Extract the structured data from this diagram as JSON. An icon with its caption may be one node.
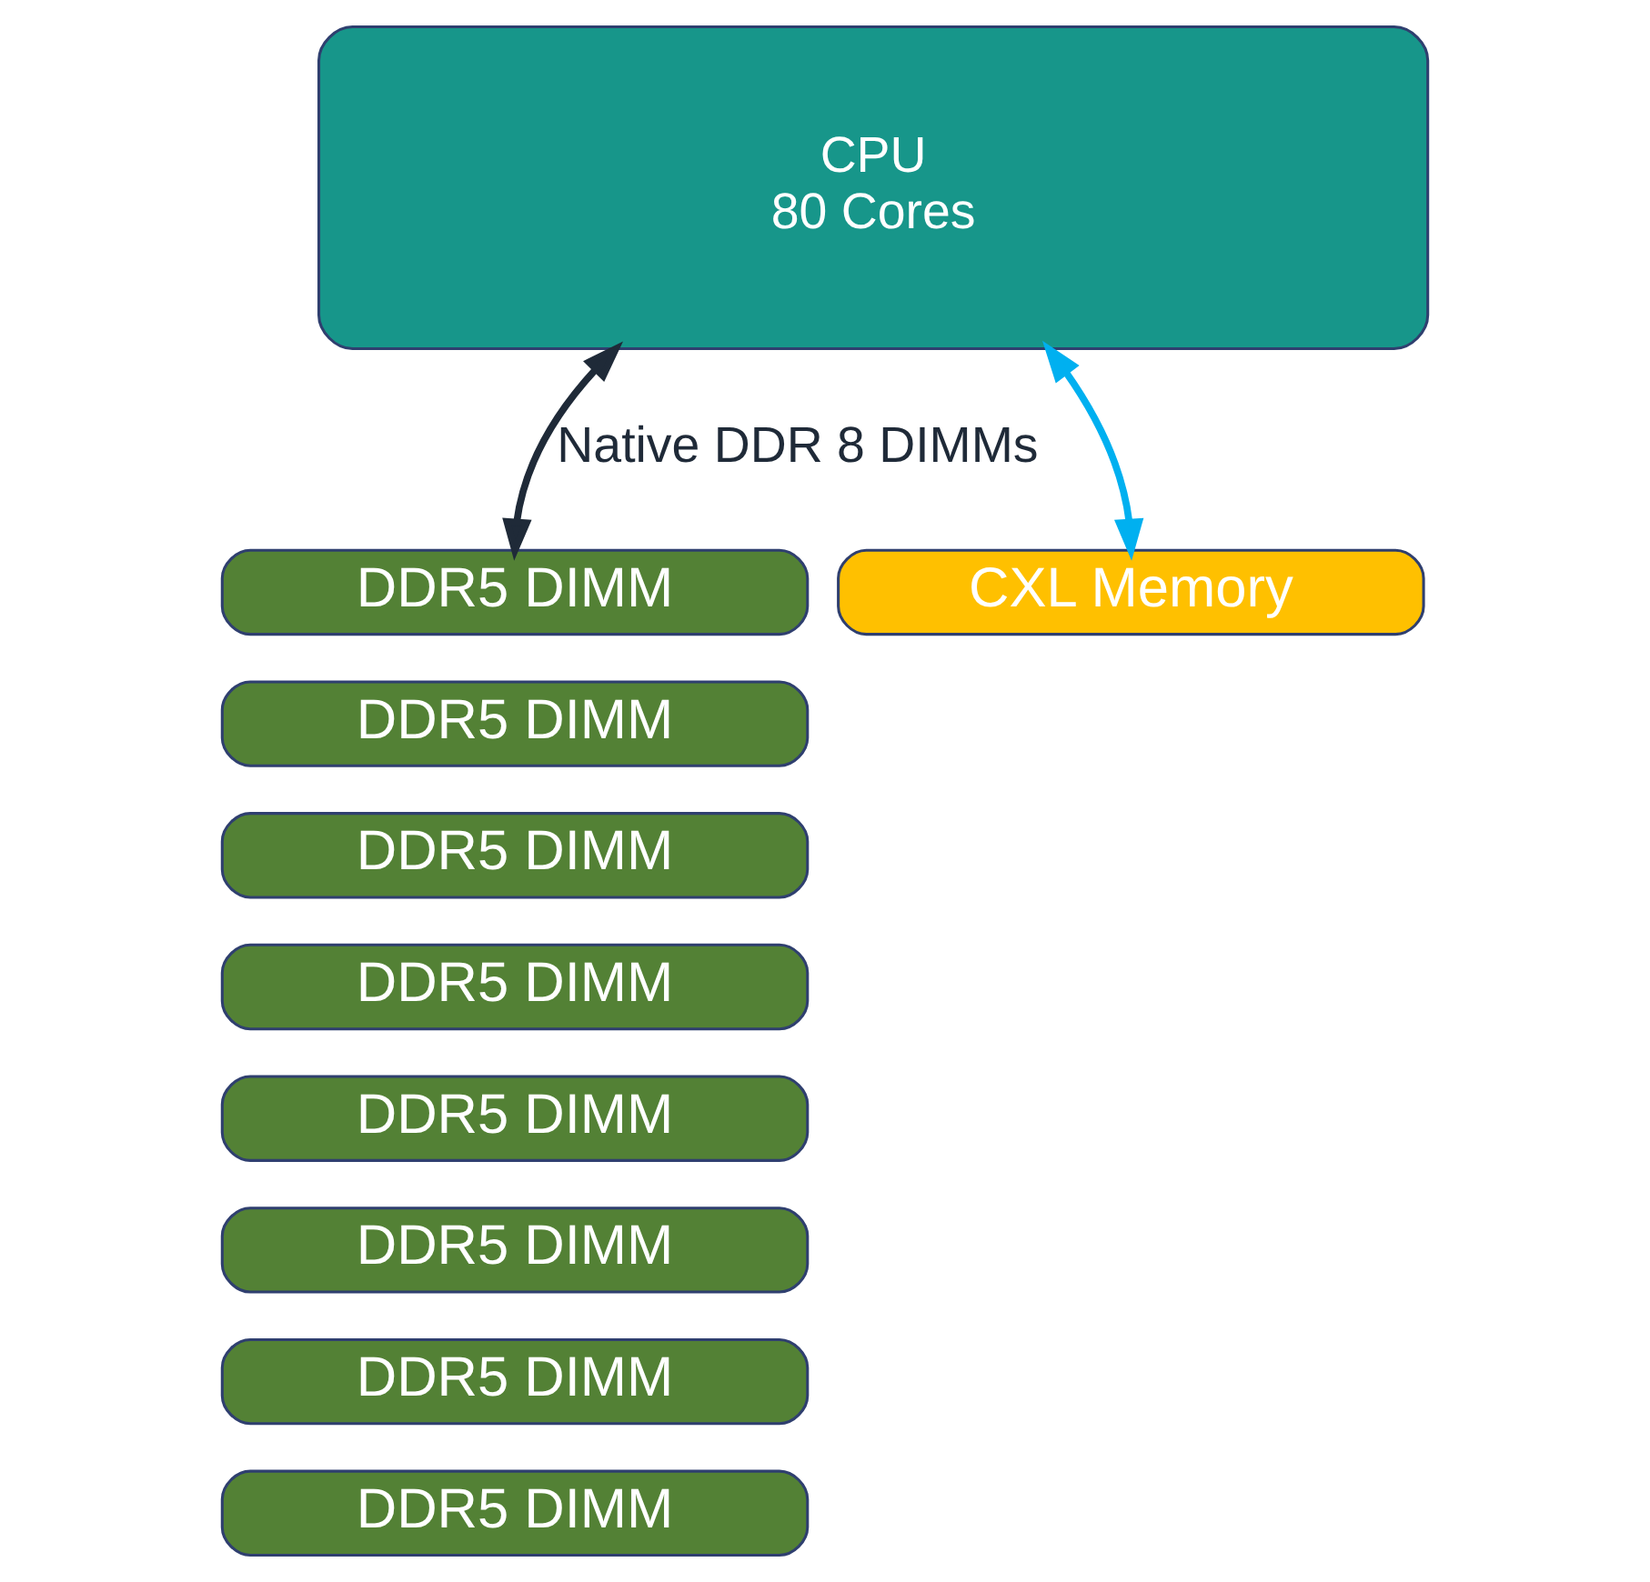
{
  "diagram": {
    "nodes": [
      {
        "text": [
          "CPU",
          "80 Cores"
        ]
      },
      {
        "text": [
          "DDR5 DIMM"
        ]
      },
      {
        "text": [
          "DDR5 DIMM"
        ]
      },
      {
        "text": [
          "DDR5 DIMM"
        ]
      },
      {
        "text": [
          "DDR5 DIMM"
        ]
      },
      {
        "text": [
          "DDR5 DIMM"
        ]
      },
      {
        "text": [
          "DDR5 DIMM"
        ]
      },
      {
        "text": [
          "DDR5 DIMM"
        ]
      },
      {
        "text": [
          "DDR5 DIMM"
        ]
      },
      {
        "text": [
          "CXL Memory"
        ]
      }
    ],
    "edges": [
      {
        "from": 0,
        "to": 1,
        "arrow": "both",
        "label": "Native DDR 8 DIMMs",
        "color": "#1f2a38"
      },
      {
        "from": 0,
        "to": 9,
        "arrow": "both",
        "color": "#00b0f0"
      }
    ]
  }
}
